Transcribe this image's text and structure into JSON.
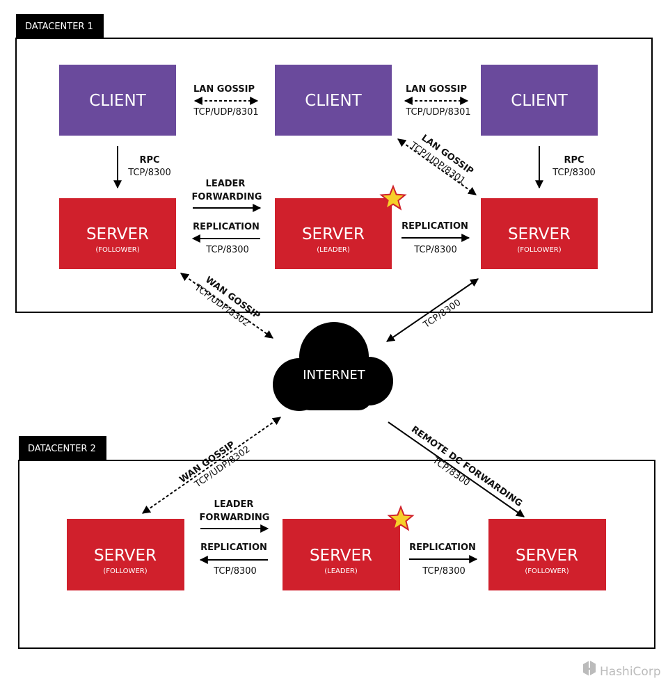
{
  "datacenters": [
    {
      "label": "DATACENTER 1"
    },
    {
      "label": "DATACENTER 2"
    }
  ],
  "nodes": {
    "client": "CLIENT",
    "server": "SERVER",
    "follower": "(FOLLOWER)",
    "leader": "(LEADER)",
    "internet": "INTERNET"
  },
  "labels": {
    "lan_gossip": "LAN GOSSIP",
    "tcp_udp_8301": "TCP/UDP/8301",
    "rpc": "RPC",
    "tcp_8300": "TCP/8300",
    "leader": "LEADER",
    "forwarding": "FORWARDING",
    "replication": "REPLICATION",
    "wan_gossip": "WAN GOSSIP",
    "tcp_udp_8302": "TCP/UDP/8302",
    "remote_dc_forwarding": "REMOTE DC FORWARDING"
  },
  "brand": "HashiCorp",
  "colors": {
    "client": "#6a4a9c",
    "server": "#d0202c",
    "leader_star": "#f6d02a"
  },
  "icons": {
    "leader_marker": "star-icon",
    "internet": "cloud-icon",
    "brand": "hashicorp-logo-icon"
  }
}
